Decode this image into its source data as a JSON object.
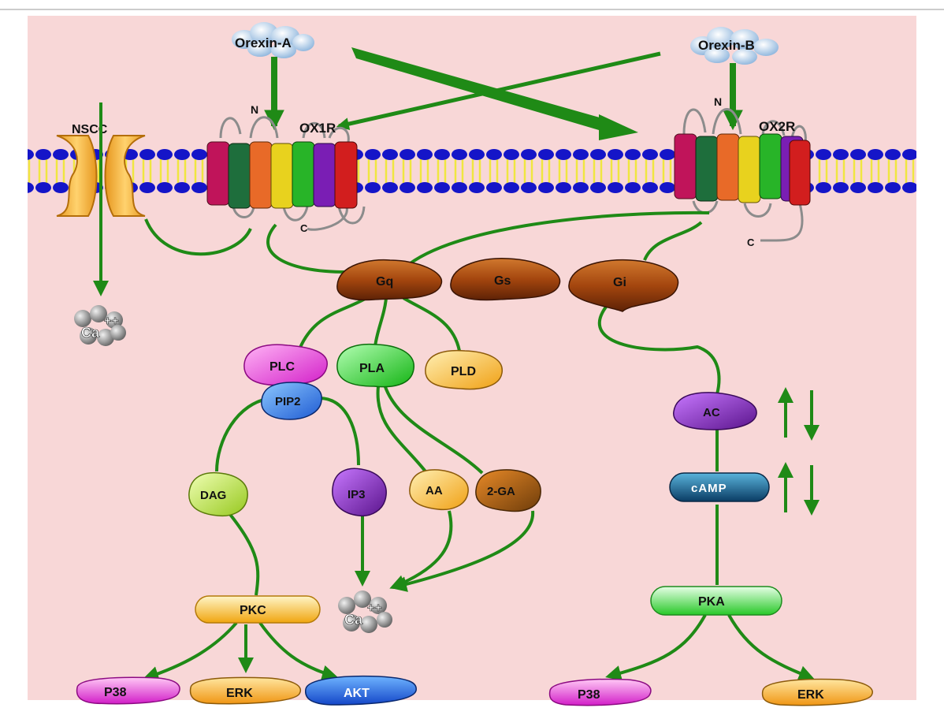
{
  "ligands": {
    "orexin_a": "Orexin-A",
    "orexin_b": "Orexin-B"
  },
  "receptors": {
    "ox1r": "OX1R",
    "ox2r": "OX2R",
    "n_terminal": "N",
    "c_terminal": "C"
  },
  "channel": {
    "nscc": "NSCC"
  },
  "ions": {
    "calcium_base": "Ca",
    "calcium_charge": "++"
  },
  "g_proteins": {
    "gq": "Gq",
    "gs": "Gs",
    "gi": "Gi"
  },
  "enzymes": {
    "plc": "PLC",
    "pip2": "PIP2",
    "pla": "PLA",
    "pld": "PLD",
    "ac": "AC",
    "pka": "PKA",
    "pkc": "PKC"
  },
  "messengers": {
    "dag": "DAG",
    "ip3": "IP3",
    "aa": "AA",
    "two_ga": "2-GA",
    "camp": "cAMP"
  },
  "kinases": {
    "p38_left": "P38",
    "erk_left": "ERK",
    "akt": "AKT",
    "p38_right": "P38",
    "erk_right": "ERK"
  },
  "colors": {
    "background": "#f8d7d7",
    "arrow": "#1f8a16",
    "membrane_head": "#1515c8",
    "membrane_tail": "#f0e640",
    "g_protein": "#a4460e",
    "helix": [
      "#c0145a",
      "#1e6e3c",
      "#e86a28",
      "#e8d21e",
      "#28b428",
      "#7a1eb4",
      "#d21e1e"
    ]
  }
}
